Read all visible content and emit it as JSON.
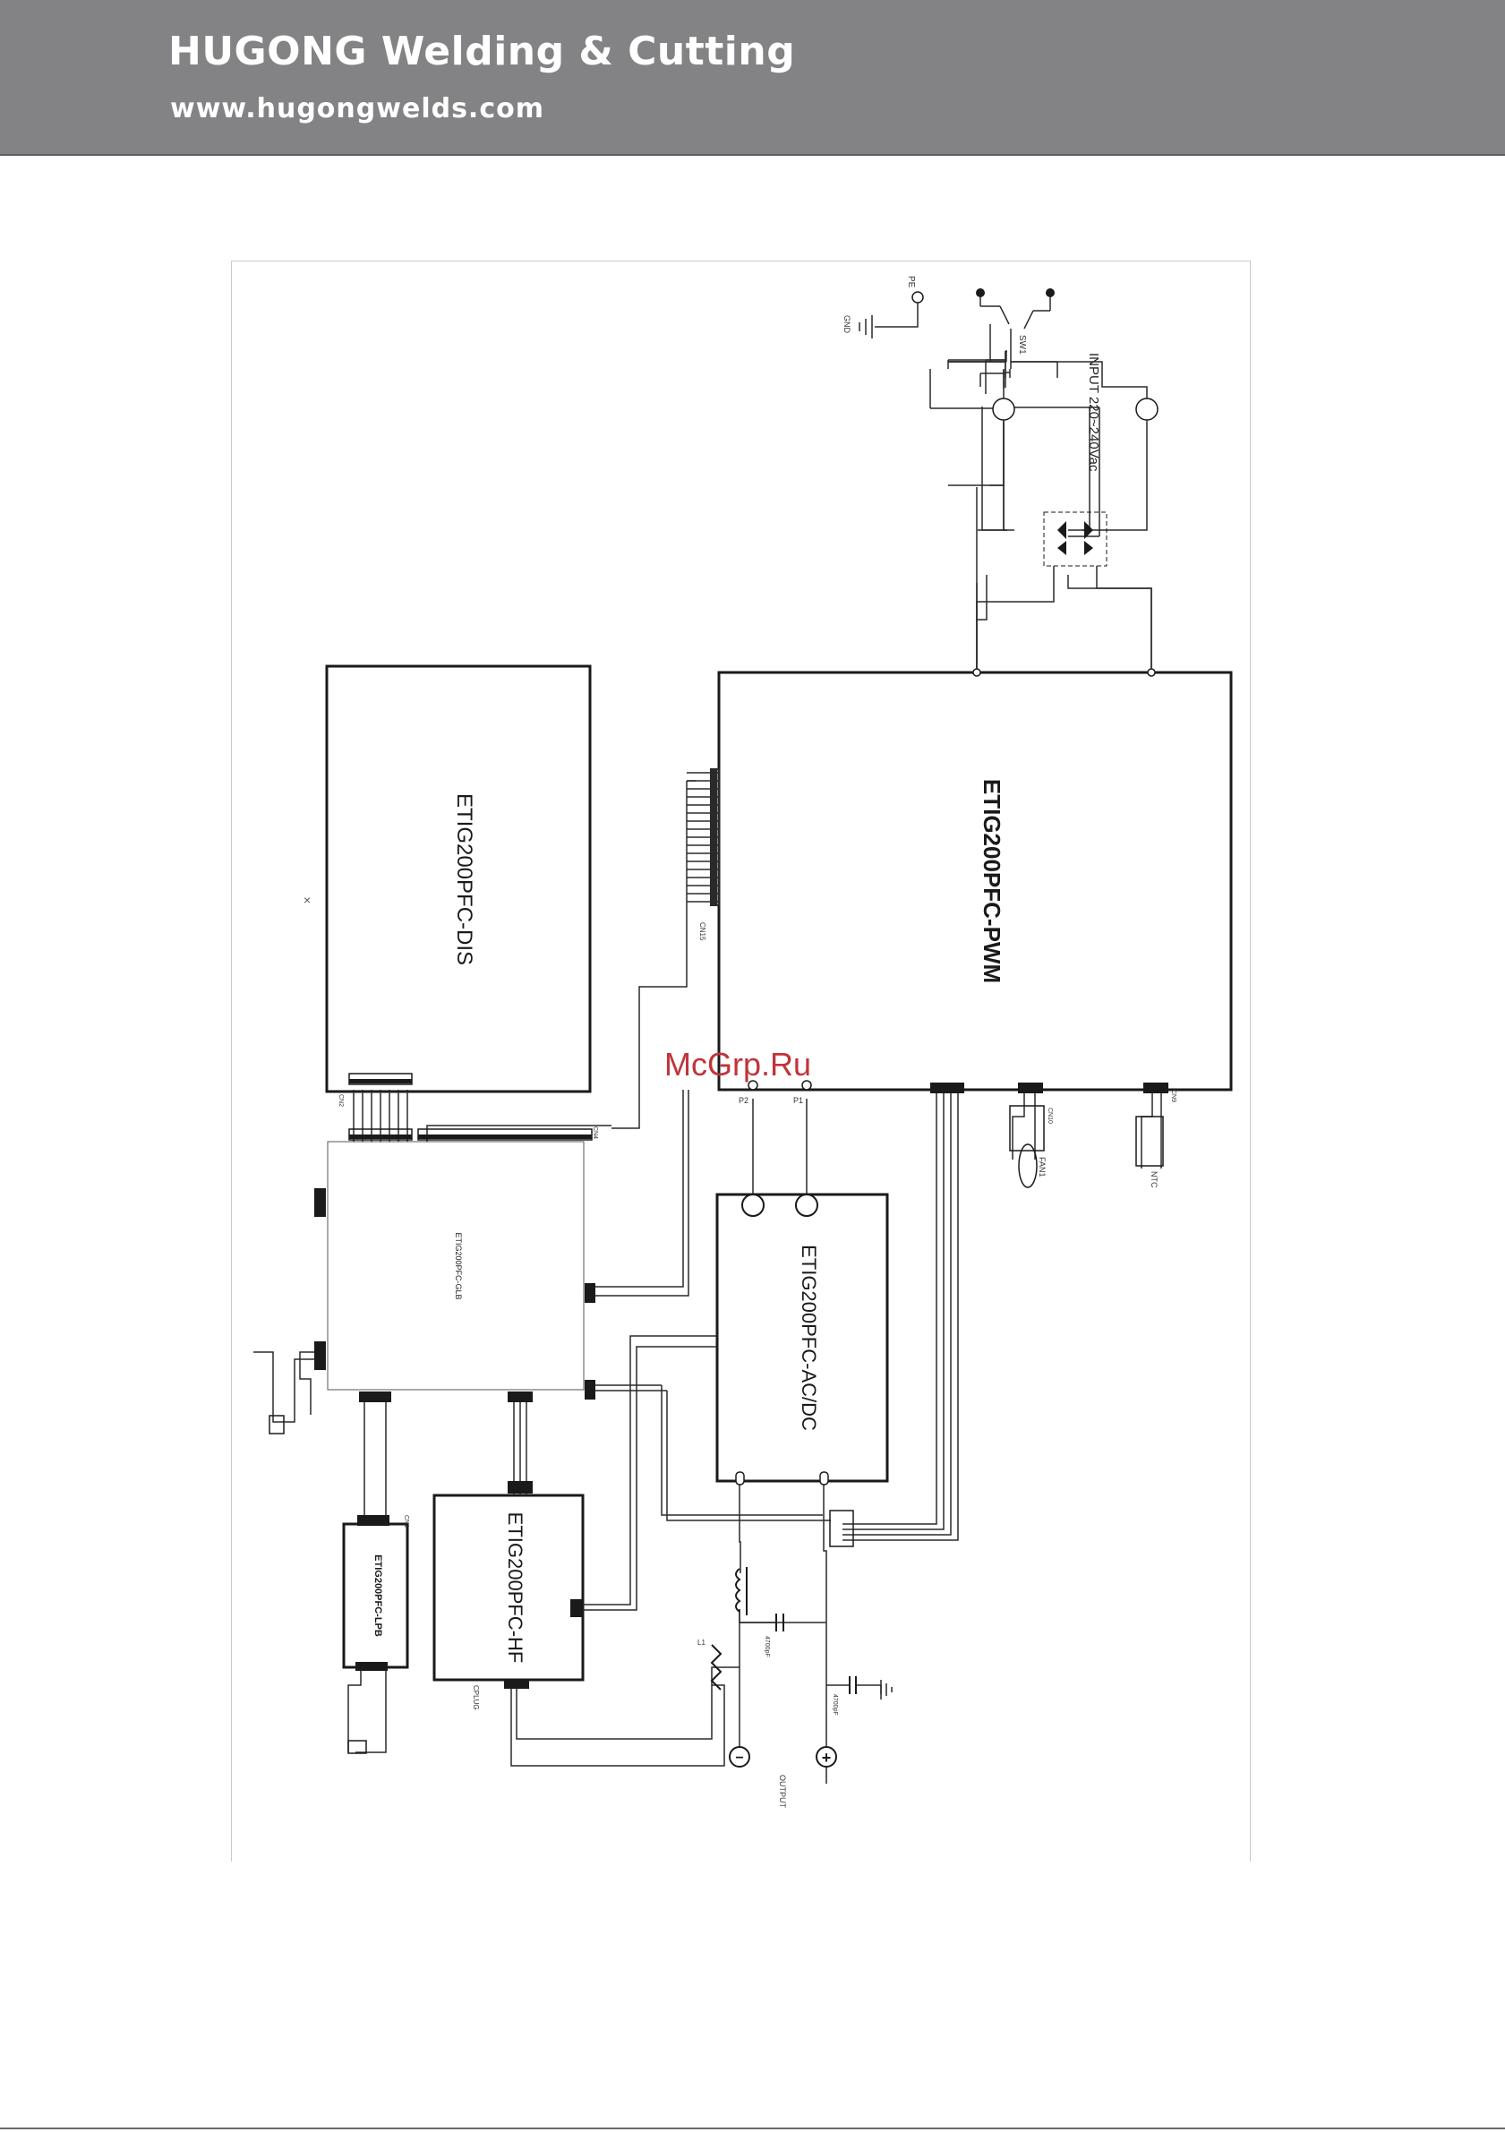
{
  "header": {
    "title": "HUGONG Welding & Cutting",
    "url": "www.hugongwelds.com",
    "background": "#838385"
  },
  "watermark": "McGrp.Ru",
  "modules": {
    "pwm": "ETIG200PFC-PWM",
    "dis": "ETIG200PFC-DIS",
    "glb": "ETIG200PFC-GLB",
    "acdc": "ETIG200PFC-AC/DC",
    "hf": "ETIG200PFC-HF",
    "lpb": "ETIG200PFC-LPB"
  },
  "labels": {
    "input": "INPUT 220~240Vac",
    "pe": "PE",
    "gnd": "GND",
    "sw1": "SW1",
    "fan": "FAN1",
    "ntc": "NTC",
    "output": "OUTPUT",
    "plus": "+",
    "minus": "−",
    "cn15": "CN15",
    "cn1": "CN1",
    "cn2": "CN2",
    "cn4": "CN4",
    "cn9": "CN9",
    "cn10": "CN10",
    "p1": "P1",
    "p2": "P2",
    "l1": "L1",
    "cplug": "CPLUG",
    "cap1": "4700pF",
    "cap2": "4700pF"
  },
  "colors": {
    "line": "#2a2a2a",
    "box": "#1a1a1a",
    "watermark": "#c0343a"
  }
}
